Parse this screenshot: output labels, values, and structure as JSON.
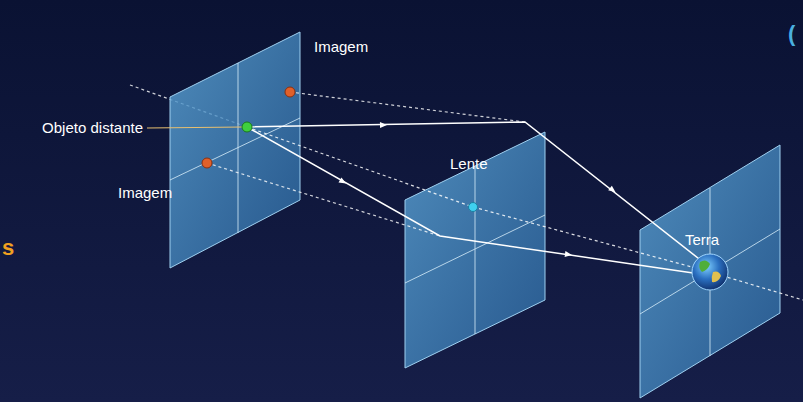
{
  "diagram": {
    "labels": [
      "Imagem",
      "Objeto distante",
      "Imagem",
      "Lente",
      "Terra",
      "s",
      "("
    ]
  }
}
